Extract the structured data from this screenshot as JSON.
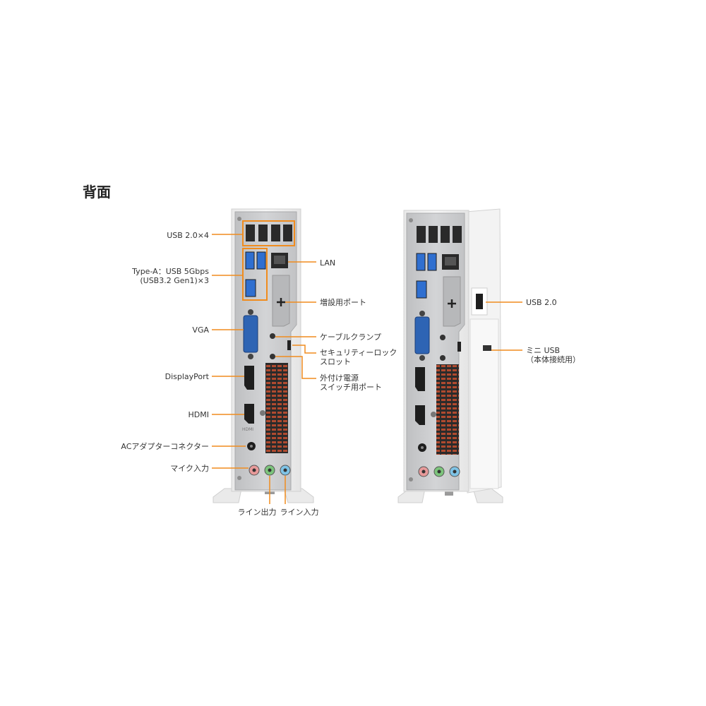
{
  "title": "背面",
  "labels": {
    "usb20x4": "USB 2.0×4",
    "typea_l1": "Type-A：USB 5Gbps",
    "typea_l2": "(USB3.2 Gen1)×3",
    "vga": "VGA",
    "displayport": "DisplayPort",
    "hdmi": "HDMI",
    "ac": "ACアダプターコネクター",
    "mic": "マイク入力",
    "lineout": "ライン出力",
    "linein": "ライン入力",
    "lan": "LAN",
    "expansion": "増設用ポート",
    "cable": "ケーブルクランプ",
    "sec_l1": "セキュリティーロック",
    "sec_l2": "スロット",
    "ext_l1": "外付け電源",
    "ext_l2": "スイッチ用ポート",
    "usb20": "USB 2.0",
    "mini_l1": "ミニ USB",
    "mini_l2": "（本体接続用）",
    "hdmi_logo": "HDMI"
  },
  "colors": {
    "callout": "#f08c1e",
    "chassis": "#f2f2f2",
    "panel": "#c9cacc",
    "port_dark": "#2a2a2a",
    "usb3_blue": "#2f6fd0",
    "vga_blue": "#2e64b4",
    "mic_pink": "#e79a9a",
    "line_green": "#7cc47c",
    "line_blue": "#7ec3e6",
    "vent_red": "#b04a2f"
  }
}
